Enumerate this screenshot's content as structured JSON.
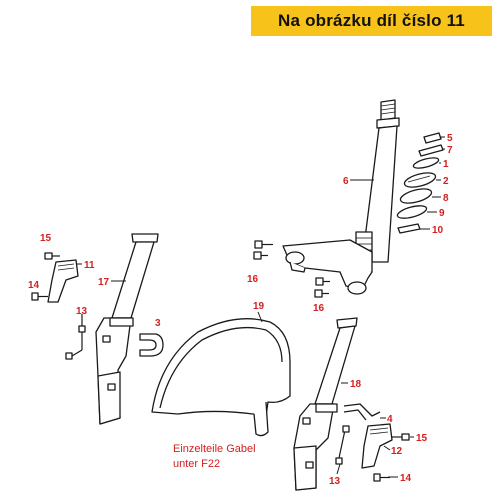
{
  "banner": {
    "text": "Na obrázku díl číslo 11",
    "background": "#f7c31a"
  },
  "note": {
    "line1": "Einzelteile Gabel",
    "line2": "unter F22"
  },
  "callouts": {
    "n1": "1",
    "n2": "2",
    "n3": "3",
    "n4": "4",
    "n5": "5",
    "n6": "6",
    "n7": "7",
    "n8": "8",
    "n9": "9",
    "n10": "10",
    "n11": "11",
    "n12": "12",
    "n13a": "13",
    "n13b": "13",
    "n14a": "14",
    "n14b": "14",
    "n15a": "15",
    "n15b": "15",
    "n16a": "16",
    "n16b": "16",
    "n17": "17",
    "n18": "18",
    "n19": "19"
  },
  "label_color": "#d42020"
}
